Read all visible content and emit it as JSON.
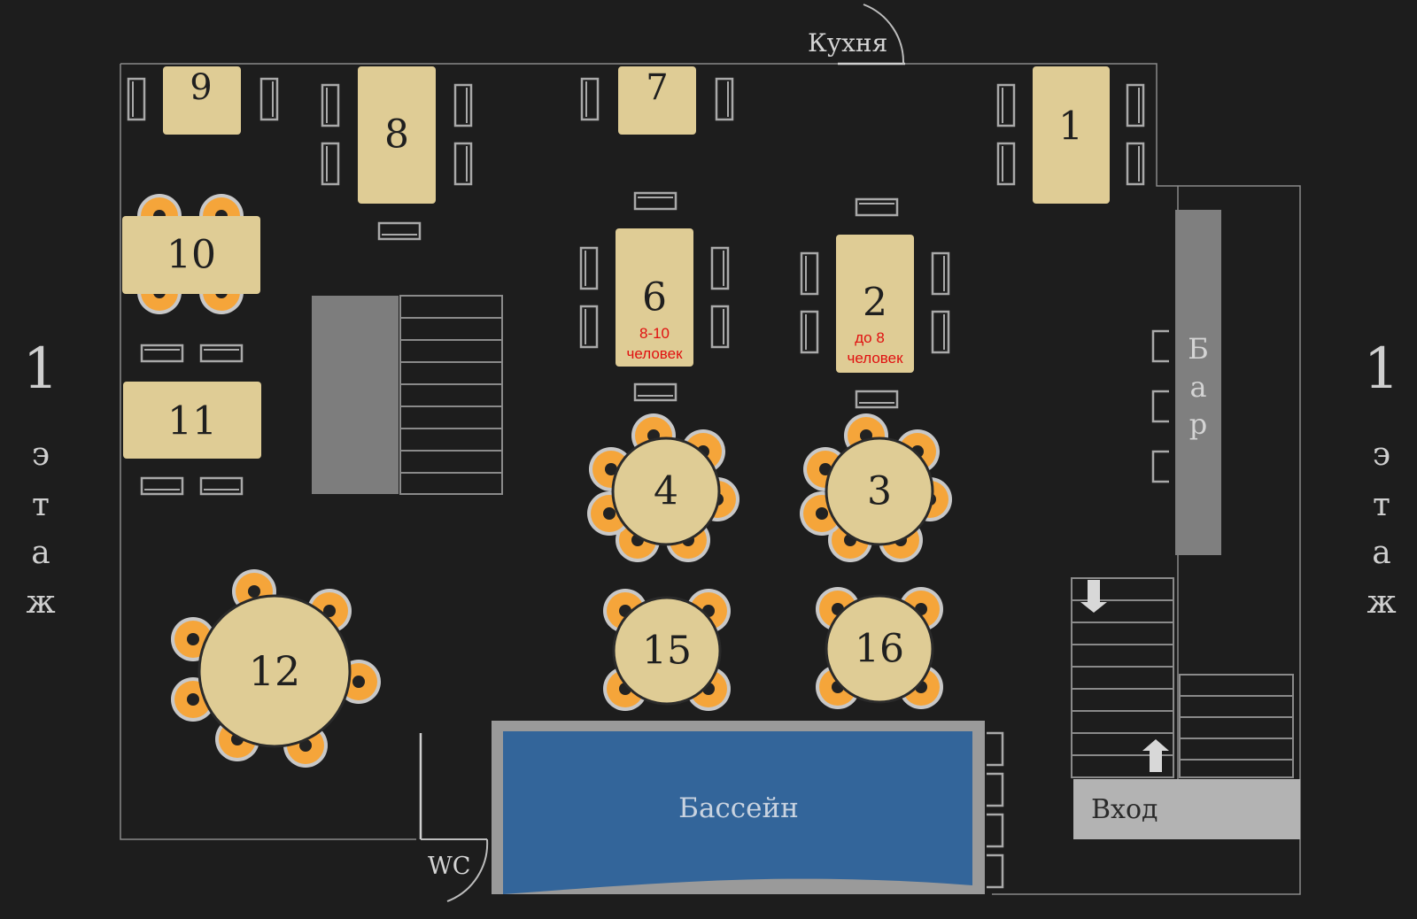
{
  "floor_label": {
    "number": "1",
    "letters": [
      "э",
      "т",
      "а",
      "ж"
    ]
  },
  "labels": {
    "kitchen": "Кухня",
    "bar": [
      "Б",
      "а",
      "р"
    ],
    "entrance": "Вход",
    "pool": "Бассейн",
    "wc": "WC"
  },
  "tables": {
    "t1": "1",
    "t2": "2",
    "t3": "3",
    "t4": "4",
    "t6": "6",
    "t7": "7",
    "t8": "8",
    "t9": "9",
    "t10": "10",
    "t11": "11",
    "t12": "12",
    "t15": "15",
    "t16": "16"
  },
  "capacity": {
    "t6": [
      "8-10",
      "человек"
    ],
    "t2": [
      "до 8",
      "человек"
    ]
  },
  "colors": {
    "background": "#1d1d1d",
    "table": "#dfcc95",
    "chair_orange": "#f5a53a",
    "pool": "#33659a",
    "bar": "#7f7f7f",
    "entrance": "#b3b3b3",
    "capacity_text": "#e01010"
  }
}
